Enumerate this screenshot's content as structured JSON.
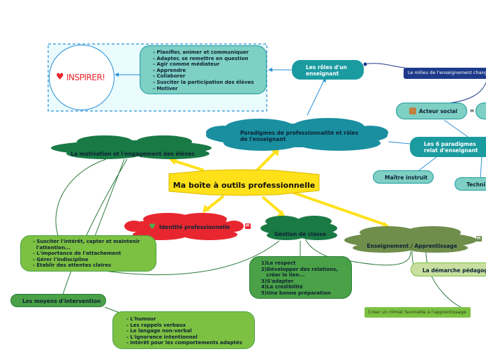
{
  "central": {
    "label": "Ma boîte à outils professionnelle"
  },
  "inspirer": {
    "logo_text": "INSPIRER!"
  },
  "roles_list": {
    "items": "- Planifier, animer et communiquer\n- Adapter, se remettre en question\n- Agir comme médiateur\n- Apprendre\n- Collaborer\n- Susciter la participation des élèves\n- Motiver"
  },
  "roles_node": {
    "label": "Les rôles d'un enseignant"
  },
  "milieu_node": {
    "label": "Le milieu de l'enseignement chang"
  },
  "acteur_node": {
    "label": "Acteur social"
  },
  "paradigmes_cloud": {
    "label": "Paradigmes de professionnalité et rôles de l'enseignant"
  },
  "six_paradigmes": {
    "label": "Les 6 paradigmes relat d'enseignant"
  },
  "maitre_node": {
    "label": "Maître instruit"
  },
  "techni_node": {
    "label": "Techni"
  },
  "motivation_cloud": {
    "label": "La motivation et l'engagement des élèves"
  },
  "identite_cloud": {
    "label": "Identité professionnelle"
  },
  "gestion_cloud": {
    "label": "Gestion de classe"
  },
  "enseignement_cloud": {
    "label": "Enseignement / Apprentissage"
  },
  "demarche_node": {
    "label": "La démarche pédagogiq"
  },
  "climat_node": {
    "label": "Créer un climat favorable à l'apprentissage"
  },
  "motivation_list": {
    "items": "- Susciter l'intérêt, capter et maintenir\n  l'attention...\n- L'importance de l'attachement\n- Gérer l'indiscipline\n- Établir des attentes claires"
  },
  "gestion_list": {
    "items": "1)Le respect\n2)Développer des relations,\n   créer le lien...\n3)S'adapter\n4)La crédibilité\n5)Une bonne préparation"
  },
  "moyens_node": {
    "label": "Les moyens d'intervention"
  },
  "moyens_list": {
    "items": "- L'humour\n- Les rappels verbaux\n- Le langage non-verbal\n- L'ignorance intentionnel\n- Intérêt pour les comportements adaptés"
  },
  "icons": [
    "heart-icon",
    "menu-icon",
    "acteur-icon"
  ],
  "colors": {
    "teal": "#1a9ba0",
    "light_teal": "#7ecfc4",
    "dark_green": "#1a7a45",
    "green": "#4aa147",
    "light_green": "#7dc142",
    "red": "#e8262f",
    "olive": "#6f8e4c",
    "navy": "#1e3a8a",
    "yellow": "#ffe11a"
  }
}
